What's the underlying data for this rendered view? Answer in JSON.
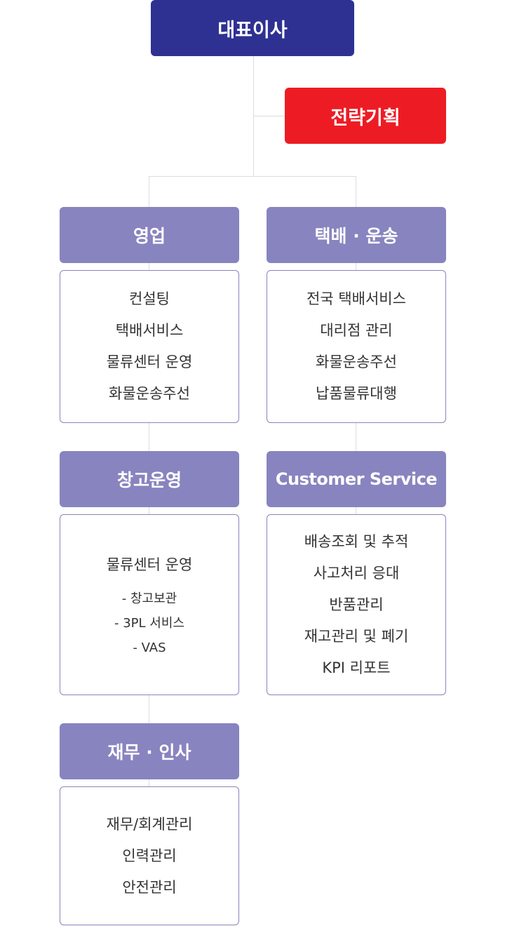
{
  "ceo": {
    "label": "대표이사"
  },
  "strategy": {
    "label": "전략기획"
  },
  "departments": {
    "sales": {
      "title": "영업",
      "items": [
        "컨설팅",
        "택배서비스",
        "물류센터 운영",
        "화물운송주선"
      ]
    },
    "parcel": {
      "title": "택배 · 운송",
      "items": [
        "전국 택배서비스",
        "대리점 관리",
        "화물운송주선",
        "납품물류대행"
      ]
    },
    "warehouse": {
      "title": "창고운영",
      "items": [
        "물류센터 운영"
      ],
      "subitems": [
        "- 창고보관",
        "- 3PL 서비스",
        "- VAS"
      ]
    },
    "cs": {
      "title": "Customer Service",
      "items": [
        "배송조회 및 추적",
        "사고처리 응대",
        "반품관리",
        "재고관리 및 폐기",
        "KPI 리포트"
      ]
    },
    "finance": {
      "title": "재무 · 인사",
      "items": [
        "재무/회계관리",
        "인력관리",
        "안전관리"
      ]
    }
  },
  "colors": {
    "ceo": "#2e3191",
    "strategy": "#ed1c24",
    "department": "#8884bf",
    "connector": "#dcdcdc"
  }
}
